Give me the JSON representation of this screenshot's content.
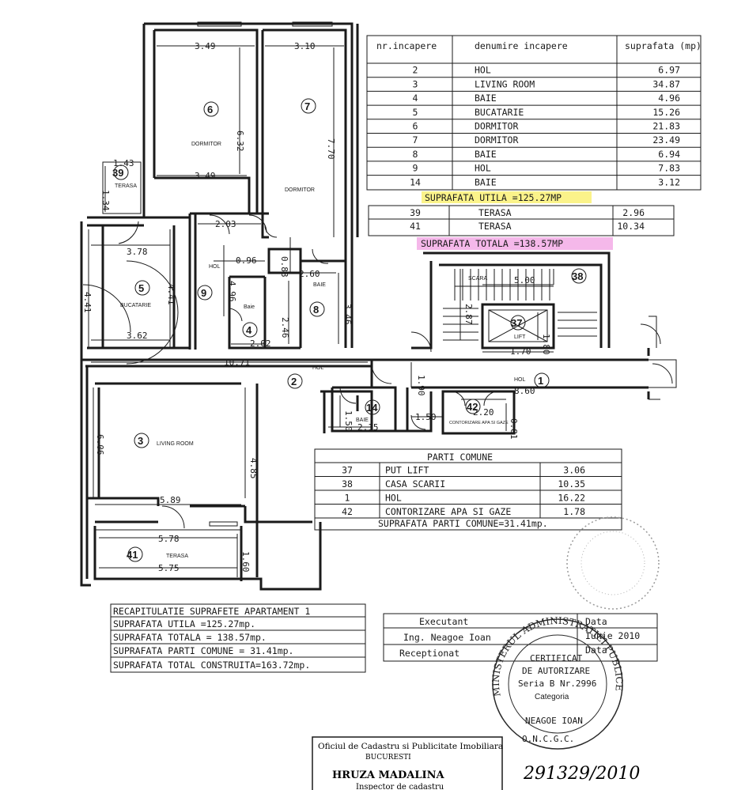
{
  "rooms": [
    {
      "id": "room-6",
      "num": "6",
      "name": "DORMITOR"
    },
    {
      "id": "room-7",
      "num": "7",
      "name": "DORMITOR"
    },
    {
      "id": "room-39",
      "num": "39",
      "name": "TERASA"
    },
    {
      "id": "room-5",
      "num": "5",
      "name": "BUCATARIE"
    },
    {
      "id": "room-9",
      "num": "9",
      "name": "HOL"
    },
    {
      "id": "room-4",
      "num": "4",
      "name": "Baie"
    },
    {
      "id": "room-8",
      "num": "8",
      "name": "BAIE"
    },
    {
      "id": "room-2",
      "num": "2",
      "name": "HOL"
    },
    {
      "id": "room-3",
      "num": "3",
      "name": "LIVING ROOM"
    },
    {
      "id": "room-41",
      "num": "41",
      "name": "TERASA"
    },
    {
      "id": "room-14",
      "num": "14",
      "name": "BAIE"
    },
    {
      "id": "room-42",
      "num": "42",
      "name": "CONTORIZARE APA SI GAZE"
    },
    {
      "id": "room-1",
      "num": "1",
      "name": "HOL"
    },
    {
      "id": "room-37",
      "num": "37",
      "name": "LIFT"
    },
    {
      "id": "room-38",
      "num": "38",
      "name": "SCARA"
    }
  ],
  "dimensions": {
    "d349a": "3.49",
    "d310": "3.10",
    "d632": "6.32",
    "d770": "7.70",
    "d349b": "3.49",
    "d143": "1.43",
    "d134": "1.34",
    "d378": "3.78",
    "d441a": "4.41",
    "d441b": "4.41",
    "d362": "3.62",
    "d203": "2.03",
    "d096": "0.96",
    "d088": "0.88",
    "d496": "4.96",
    "d260": "2.60",
    "d246": "2.46",
    "d346": "3.46",
    "d202": "2.02",
    "d1071": "10.71",
    "d190": "1.90",
    "d860": "8.60",
    "d150a": "1.50",
    "d215": "2.15",
    "d150b": "1.50",
    "d220": "2.20",
    "d081": "0.81",
    "d606": "6.06",
    "d485": "4.85",
    "d589": "5.89",
    "d578": "5.78",
    "d160": "1.60",
    "d575": "5.75",
    "d500": "5.00",
    "d287": "2.87",
    "d180": "1.80",
    "d170": "1.70"
  },
  "rooms_table": {
    "headers": [
      "nr.incapere",
      "denumire incapere",
      "suprafata (mp)"
    ],
    "rows": [
      [
        "2",
        "HOL",
        "6.97"
      ],
      [
        "3",
        "LIVING ROOM",
        "34.87"
      ],
      [
        "4",
        "BAIE",
        "4.96"
      ],
      [
        "5",
        "BUCATARIE",
        "15.26"
      ],
      [
        "6",
        "DORMITOR",
        "21.83"
      ],
      [
        "7",
        "DORMITOR",
        "23.49"
      ],
      [
        "8",
        "BAIE",
        "6.94"
      ],
      [
        "9",
        "HOL",
        "7.83"
      ],
      [
        "14",
        "BAIE",
        "3.12"
      ]
    ],
    "useful_area": "SUPRAFATA UTILA =125.27MP",
    "terrace_rows": [
      [
        "39",
        "TERASA",
        "2.96"
      ],
      [
        "41",
        "TERASA",
        "10.34"
      ]
    ],
    "total_area": "SUPRAFATA TOTALA =138.57MP"
  },
  "common_parts": {
    "title": "PARTI COMUNE",
    "rows": [
      [
        "37",
        "PUT LIFT",
        "3.06"
      ],
      [
        "38",
        "CASA SCARII",
        "10.35"
      ],
      [
        "1",
        "HOL",
        "16.22"
      ],
      [
        "42",
        "CONTORIZARE APA SI GAZE",
        "1.78"
      ]
    ],
    "total": "SUPRAFATA PARTI COMUNE=31.41mp."
  },
  "summary": {
    "title": "RECAPITULATIE SUPRAFETE APARTAMENT 1",
    "lines": [
      "SUPRAFATA UTILA =125.27mp.",
      "SUPRAFATA TOTALA = 138.57mp.",
      "SUPRAFATA PARTI COMUNE = 31.41mp.",
      "SUPRAFATA TOTAL CONSTRUITA=163.72mp."
    ]
  },
  "executor": {
    "executant_label": "Executant",
    "data_label": "Data",
    "name": "Ing. Neagoe Ioan",
    "date": "Iunie 2010",
    "receptionat_label": "Receptionat",
    "data2_label": "Data"
  },
  "stamp": {
    "ring": "MINISTERUL ADMINISTRATIEI PUBLICE",
    "line1": "CERTIFICAT",
    "line2": "DE AUTORIZARE",
    "line3": "Seria B Nr.2996",
    "line4": "Categoria",
    "line5": "NEAGOE IOAN",
    "line6": "O.N.C.G.C."
  },
  "ocpi_stamp": {
    "line1": "Oficiul de Cadastru si Publicitate Imobiliara",
    "line2": "BUCURESTI",
    "line3": "HRUZA MADALINA",
    "line4": "Inspector de cadastru"
  },
  "handwritten": "291329/2010",
  "colors": {
    "highlight_yellow": "#fbf38a",
    "highlight_pink": "#f5b8ea",
    "ink": "#1a1a1a"
  }
}
